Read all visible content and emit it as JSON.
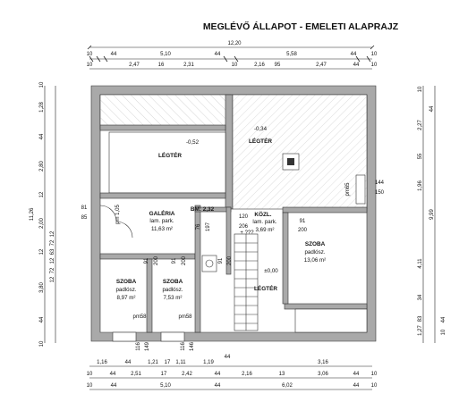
{
  "title": "MEGLÉVŐ ÁLLAPOT - EMELETI ALAPRAJZ",
  "dims_top_total": "12,20",
  "dims_top_row1": [
    "10",
    "44",
    "5,10",
    "44",
    "5,58",
    "44",
    "10"
  ],
  "dims_top_row2": [
    "10",
    "2,47",
    "16",
    "2,31",
    "10",
    "2,16",
    "95",
    "2,47",
    "44",
    "10"
  ],
  "dims_bottom_row1": [
    "1,16",
    "44",
    "1,21",
    "17",
    "1,11",
    "1,19",
    "44",
    "3,16"
  ],
  "dims_bottom_row2": [
    "10",
    "44",
    "2,51",
    "17",
    "2,42",
    "44",
    "2,16",
    "13",
    "3,06",
    "44",
    "10"
  ],
  "dims_bottom_row3": [
    "10",
    "44",
    "5,10",
    "44",
    "6,02",
    "44",
    "10"
  ],
  "dims_left_outer": [
    "10",
    "1,28",
    "44",
    "2,80",
    "12",
    "2,00",
    "12",
    "3,80",
    "44",
    "10"
  ],
  "dims_left_inner": [
    "11,26",
    "12",
    "72",
    "63",
    "12",
    "72",
    "12"
  ],
  "dims_right_outer": [
    "10",
    "2,27",
    "55",
    "1,96",
    "4,11",
    "34",
    "83",
    "1,27"
  ],
  "dims_right_inner": [
    "9,99",
    "44",
    "10",
    "44"
  ],
  "rooms": {
    "legter1": {
      "name": "LÉGTÉR",
      "level": "-0,52"
    },
    "legter2": {
      "name": "LÉGTÉR",
      "level": "-0,34"
    },
    "legter3": {
      "name": "LÉGTÉR",
      "level": "±0,00"
    },
    "galeria": {
      "name": "GALÉRIA",
      "floor": "lam. park.",
      "area": "11,63 m²"
    },
    "kozl": {
      "name": "KÖZL.",
      "floor": "lam. park.",
      "area": "3,69 m²"
    },
    "szoba_e": {
      "name": "SZOBA",
      "floor": "padlósz.",
      "area": "13,06 m²"
    },
    "szoba_w": {
      "name": "SZOBA",
      "floor": "padlósz.",
      "area": "8,97 m²"
    },
    "szoba_m": {
      "name": "SZOBA",
      "floor": "padlósz.",
      "area": "7,53 m²"
    },
    "bm": {
      "name": "BM: 2,32"
    }
  },
  "notes": {
    "pm105": "pm 1,05",
    "pm65": "pm65",
    "pm58a": "pm58",
    "pm58b": "pm58",
    "pq": "+ ???",
    "d81": "81",
    "d85": "85",
    "d144": "144",
    "d150": "150",
    "d120": "120",
    "d206": "206",
    "d91a": "91",
    "d200a": "200",
    "d76": "76",
    "d197": "197",
    "d91b": "91",
    "d200b": "200",
    "d91c": "91",
    "d200c": "200",
    "d91d": "91",
    "d200d": "200",
    "d116a": "116",
    "d149": "149",
    "d116b": "116",
    "d146": "146"
  }
}
